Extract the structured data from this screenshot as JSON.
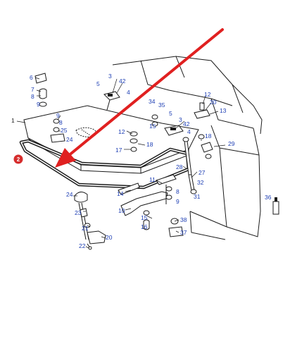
{
  "colors": {
    "arrow": "#e02020",
    "badge": "#d62d2d",
    "callout_text": "#1e3fb4",
    "line": "#1a1a1a"
  },
  "badge": {
    "label": "2"
  },
  "callouts": [
    {
      "id": "c1",
      "label": "1",
      "tone": "black"
    },
    {
      "id": "c2",
      "label": "2",
      "tone": "blue"
    },
    {
      "id": "c3",
      "label": "3",
      "tone": "blue"
    },
    {
      "id": "c4",
      "label": "4",
      "tone": "blue"
    },
    {
      "id": "c5",
      "label": "5",
      "tone": "blue"
    },
    {
      "id": "c6",
      "label": "6",
      "tone": "blue"
    },
    {
      "id": "c7",
      "label": "7",
      "tone": "blue"
    },
    {
      "id": "c8",
      "label": "8",
      "tone": "blue"
    },
    {
      "id": "c9",
      "label": "9",
      "tone": "blue"
    },
    {
      "id": "c42",
      "label": "42",
      "tone": "blue"
    },
    {
      "id": "c12",
      "label": "12",
      "tone": "blue"
    },
    {
      "id": "c30",
      "label": "30",
      "tone": "blue"
    },
    {
      "id": "c13",
      "label": "13",
      "tone": "blue"
    },
    {
      "id": "c34",
      "label": "34",
      "tone": "blue"
    },
    {
      "id": "c35",
      "label": "35",
      "tone": "blue"
    },
    {
      "id": "c3b",
      "label": "3",
      "tone": "blue"
    },
    {
      "id": "c4b",
      "label": "4",
      "tone": "blue"
    },
    {
      "id": "c42b",
      "label": "42",
      "tone": "blue"
    },
    {
      "id": "c5b",
      "label": "5",
      "tone": "blue"
    },
    {
      "id": "c8b",
      "label": "8",
      "tone": "blue"
    },
    {
      "id": "c9b",
      "label": "9",
      "tone": "blue"
    },
    {
      "id": "c25",
      "label": "25",
      "tone": "blue"
    },
    {
      "id": "c24",
      "label": "24",
      "tone": "blue"
    },
    {
      "id": "c12b",
      "label": "12",
      "tone": "blue"
    },
    {
      "id": "c17",
      "label": "17",
      "tone": "blue"
    },
    {
      "id": "c18",
      "label": "18",
      "tone": "blue"
    },
    {
      "id": "c15",
      "label": "15",
      "tone": "blue"
    },
    {
      "id": "c18b",
      "label": "18",
      "tone": "blue"
    },
    {
      "id": "c29",
      "label": "29",
      "tone": "blue"
    },
    {
      "id": "c28",
      "label": "28",
      "tone": "blue"
    },
    {
      "id": "c27",
      "label": "27",
      "tone": "blue"
    },
    {
      "id": "c32",
      "label": "32",
      "tone": "blue"
    },
    {
      "id": "c31",
      "label": "31",
      "tone": "blue"
    },
    {
      "id": "c11",
      "label": "11",
      "tone": "blue"
    },
    {
      "id": "c14",
      "label": "14",
      "tone": "blue"
    },
    {
      "id": "c8c",
      "label": "8",
      "tone": "blue"
    },
    {
      "id": "c9c",
      "label": "9",
      "tone": "blue"
    },
    {
      "id": "c10",
      "label": "10",
      "tone": "blue"
    },
    {
      "id": "c15b",
      "label": "15",
      "tone": "blue"
    },
    {
      "id": "c16",
      "label": "16",
      "tone": "blue"
    },
    {
      "id": "c38",
      "label": "38",
      "tone": "blue"
    },
    {
      "id": "c37",
      "label": "37",
      "tone": "blue"
    },
    {
      "id": "c24b",
      "label": "24",
      "tone": "blue"
    },
    {
      "id": "c23",
      "label": "23",
      "tone": "blue"
    },
    {
      "id": "c21",
      "label": "21",
      "tone": "blue"
    },
    {
      "id": "c20",
      "label": "20",
      "tone": "blue"
    },
    {
      "id": "c22",
      "label": "22",
      "tone": "blue"
    },
    {
      "id": "c36",
      "label": "36",
      "tone": "blue"
    }
  ]
}
